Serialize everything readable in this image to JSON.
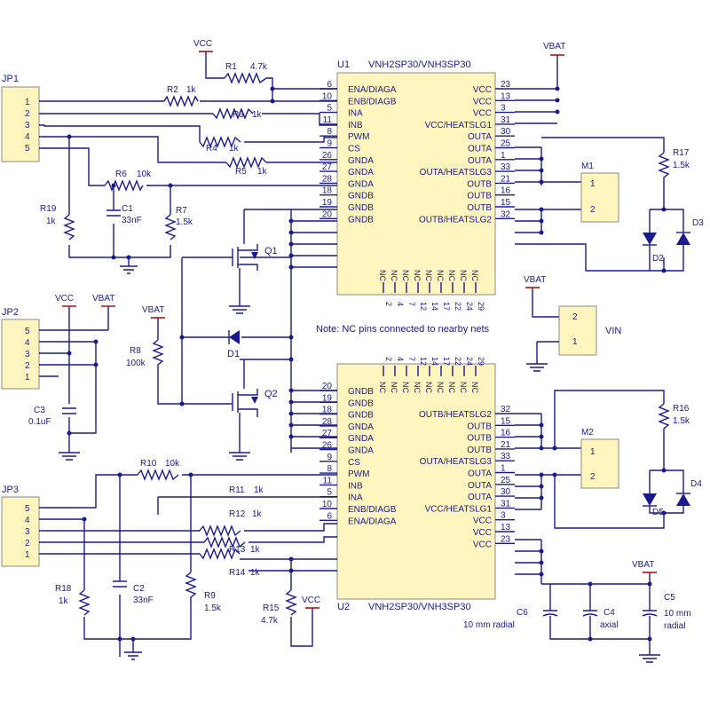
{
  "power": {
    "vcc": "VCC",
    "vbat": "VBAT"
  },
  "u1": {
    "ref": "U1",
    "part": "VNH2SP30/VNH3SP30",
    "left_pins": [
      {
        "num": "6",
        "name": "ENA/DIAGA"
      },
      {
        "num": "10",
        "name": "ENB/DIAGB"
      },
      {
        "num": "5",
        "name": "INA"
      },
      {
        "num": "11",
        "name": "INB"
      },
      {
        "num": "8",
        "name": "PWM"
      },
      {
        "num": "9",
        "name": "CS"
      },
      {
        "num": "26",
        "name": "GNDA"
      },
      {
        "num": "27",
        "name": "GNDA"
      },
      {
        "num": "28",
        "name": "GNDA"
      },
      {
        "num": "18",
        "name": "GNDB"
      },
      {
        "num": "19",
        "name": "GNDB"
      },
      {
        "num": "20",
        "name": "GNDB"
      }
    ],
    "right_pins": [
      {
        "num": "23",
        "name": "VCC"
      },
      {
        "num": "13",
        "name": "VCC"
      },
      {
        "num": "3",
        "name": "VCC"
      },
      {
        "num": "31",
        "name": "VCC/HEATSLG1"
      },
      {
        "num": "30",
        "name": "OUTA"
      },
      {
        "num": "25",
        "name": "OUTA"
      },
      {
        "num": "1",
        "name": "OUTA"
      },
      {
        "num": "33",
        "name": "OUTA/HEATSLG3"
      },
      {
        "num": "21",
        "name": "OUTB"
      },
      {
        "num": "16",
        "name": "OUTB"
      },
      {
        "num": "15",
        "name": "OUTB"
      },
      {
        "num": "32",
        "name": "OUTB/HEATSLG2"
      }
    ],
    "nc_pins": [
      "2",
      "4",
      "7",
      "12",
      "14",
      "17",
      "22",
      "24",
      "29"
    ]
  },
  "u2": {
    "ref": "U2",
    "part": "VNH2SP30/VNH3SP30",
    "left_pins": [
      {
        "num": "20",
        "name": "GNDB"
      },
      {
        "num": "19",
        "name": "GNDB"
      },
      {
        "num": "18",
        "name": "GNDB"
      },
      {
        "num": "28",
        "name": "GNDA"
      },
      {
        "num": "27",
        "name": "GNDA"
      },
      {
        "num": "26",
        "name": "GNDA"
      },
      {
        "num": "9",
        "name": "CS"
      },
      {
        "num": "8",
        "name": "PWM"
      },
      {
        "num": "11",
        "name": "INB"
      },
      {
        "num": "5",
        "name": "INA"
      },
      {
        "num": "10",
        "name": "ENB/DIAGB"
      },
      {
        "num": "6",
        "name": "ENA/DIAGA"
      }
    ],
    "right_pins": [
      {
        "num": "32",
        "name": "OUTB/HEATSLG2"
      },
      {
        "num": "15",
        "name": "OUTB"
      },
      {
        "num": "16",
        "name": "OUTB"
      },
      {
        "num": "21",
        "name": "OUTB"
      },
      {
        "num": "33",
        "name": "OUTA/HEATSLG3"
      },
      {
        "num": "1",
        "name": "OUTA"
      },
      {
        "num": "25",
        "name": "OUTA"
      },
      {
        "num": "30",
        "name": "OUTA"
      },
      {
        "num": "31",
        "name": "VCC/HEATSLG1"
      },
      {
        "num": "3",
        "name": "VCC"
      },
      {
        "num": "13",
        "name": "VCC"
      },
      {
        "num": "23",
        "name": "VCC"
      }
    ],
    "nc_pins": [
      "2",
      "4",
      "7",
      "12",
      "14",
      "17",
      "22",
      "24",
      "29"
    ]
  },
  "nc_label": "NC",
  "note": "Note: NC pins connected to nearby nets",
  "headers": {
    "jp1": {
      "ref": "JP1",
      "pins": [
        "1",
        "2",
        "3",
        "4",
        "5"
      ]
    },
    "jp2": {
      "ref": "JP2",
      "pins": [
        "5",
        "4",
        "3",
        "2",
        "1"
      ]
    },
    "jp3": {
      "ref": "JP3",
      "pins": [
        "5",
        "4",
        "3",
        "2",
        "1"
      ]
    }
  },
  "motors": {
    "m1": {
      "ref": "M1",
      "pins": [
        "1",
        "2"
      ]
    },
    "m2": {
      "ref": "M2",
      "pins": [
        "1",
        "2"
      ]
    }
  },
  "vin": {
    "ref": "VIN",
    "pins": [
      "2",
      "1"
    ]
  },
  "resistors": {
    "r1": {
      "ref": "R1",
      "value": "4.7k"
    },
    "r2": {
      "ref": "R2",
      "value": "1k"
    },
    "r3": {
      "ref": "R3",
      "value": "1k"
    },
    "r4": {
      "ref": "R4",
      "value": "1k"
    },
    "r5": {
      "ref": "R5",
      "value": "1k"
    },
    "r6": {
      "ref": "R6",
      "value": "10k"
    },
    "r7": {
      "ref": "R7",
      "value": "1.5k"
    },
    "r8": {
      "ref": "R8",
      "value": "100k"
    },
    "r9": {
      "ref": "R9",
      "value": "1.5k"
    },
    "r10": {
      "ref": "R10",
      "value": "10k"
    },
    "r11": {
      "ref": "R11",
      "value": "1k"
    },
    "r12": {
      "ref": "R12",
      "value": "1k"
    },
    "r13": {
      "ref": "R13",
      "value": "1k"
    },
    "r14": {
      "ref": "R14",
      "value": "1k"
    },
    "r15": {
      "ref": "R15",
      "value": "4.7k"
    },
    "r16": {
      "ref": "R16",
      "value": "1.5k"
    },
    "r17": {
      "ref": "R17",
      "value": "1.5k"
    },
    "r18": {
      "ref": "R18",
      "value": "1k"
    },
    "r19": {
      "ref": "R19",
      "value": "1k"
    }
  },
  "capacitors": {
    "c1": {
      "ref": "C1",
      "value": "33nF"
    },
    "c2": {
      "ref": "C2",
      "value": "33nF"
    },
    "c3": {
      "ref": "C3",
      "value": "0.1uF"
    },
    "c4": {
      "ref": "C4",
      "value": "axial"
    },
    "c5": {
      "ref": "C5",
      "value": "10 mm",
      "value2": "radial"
    },
    "c6": {
      "ref": "C6",
      "value": "10 mm radial"
    }
  },
  "diodes": {
    "d1": "D1",
    "d2": "D2",
    "d3": "D3",
    "d4": "D4",
    "d5": "D5"
  },
  "transistors": {
    "q1": "Q1",
    "q2": "Q2"
  }
}
